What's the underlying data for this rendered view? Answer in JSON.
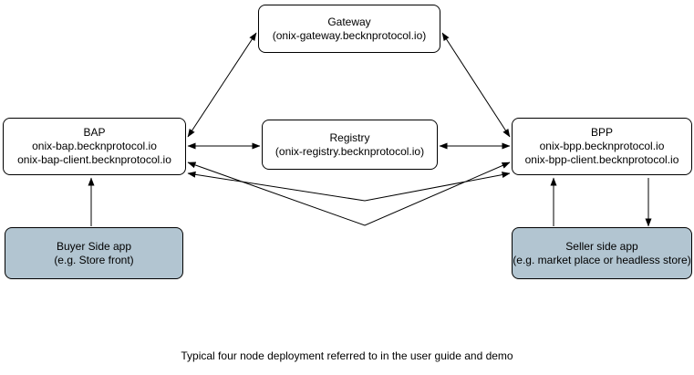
{
  "diagram": {
    "caption": "Typical four node deployment referred to in the user guide and demo",
    "nodes": {
      "gateway": {
        "title": "Gateway",
        "subtitle": "(onix-gateway.becknprotocol.io)"
      },
      "bap": {
        "title": "BAP",
        "domain": "onix-bap.becknprotocol.io",
        "client_domain": "onix-bap-client.becknprotocol.io"
      },
      "registry": {
        "title": "Registry",
        "subtitle": "(onix-registry.becknprotocol.io)"
      },
      "bpp": {
        "title": "BPP",
        "domain": "onix-bpp.becknprotocol.io",
        "client_domain": "onix-bpp-client.becknprotocol.io"
      },
      "buyer_app": {
        "title": "Buyer Side app",
        "subtitle": "(e.g. Store front)"
      },
      "seller_app": {
        "title": "Seller side app",
        "subtitle": "(e.g. market place or headless store)"
      }
    },
    "edges": [
      {
        "from": "bap",
        "to": "gateway",
        "direction": "bidirectional"
      },
      {
        "from": "gateway",
        "to": "bpp",
        "direction": "bidirectional"
      },
      {
        "from": "bap",
        "to": "registry",
        "direction": "bidirectional"
      },
      {
        "from": "registry",
        "to": "bpp",
        "direction": "bidirectional"
      },
      {
        "from": "bap",
        "to": "bpp",
        "direction": "bidirectional"
      },
      {
        "from": "buyer_app",
        "to": "bap",
        "direction": "to-bap"
      },
      {
        "from": "seller_app",
        "to": "bpp",
        "direction": "to-bpp"
      },
      {
        "from": "bpp",
        "to": "seller_app",
        "direction": "to-seller-app"
      }
    ],
    "colors": {
      "background": "#ffffff",
      "node_fill": "#ffffff",
      "node_border": "#000000",
      "app_fill": "#b2c5d1",
      "arrow": "#000000",
      "text": "#000000"
    }
  }
}
